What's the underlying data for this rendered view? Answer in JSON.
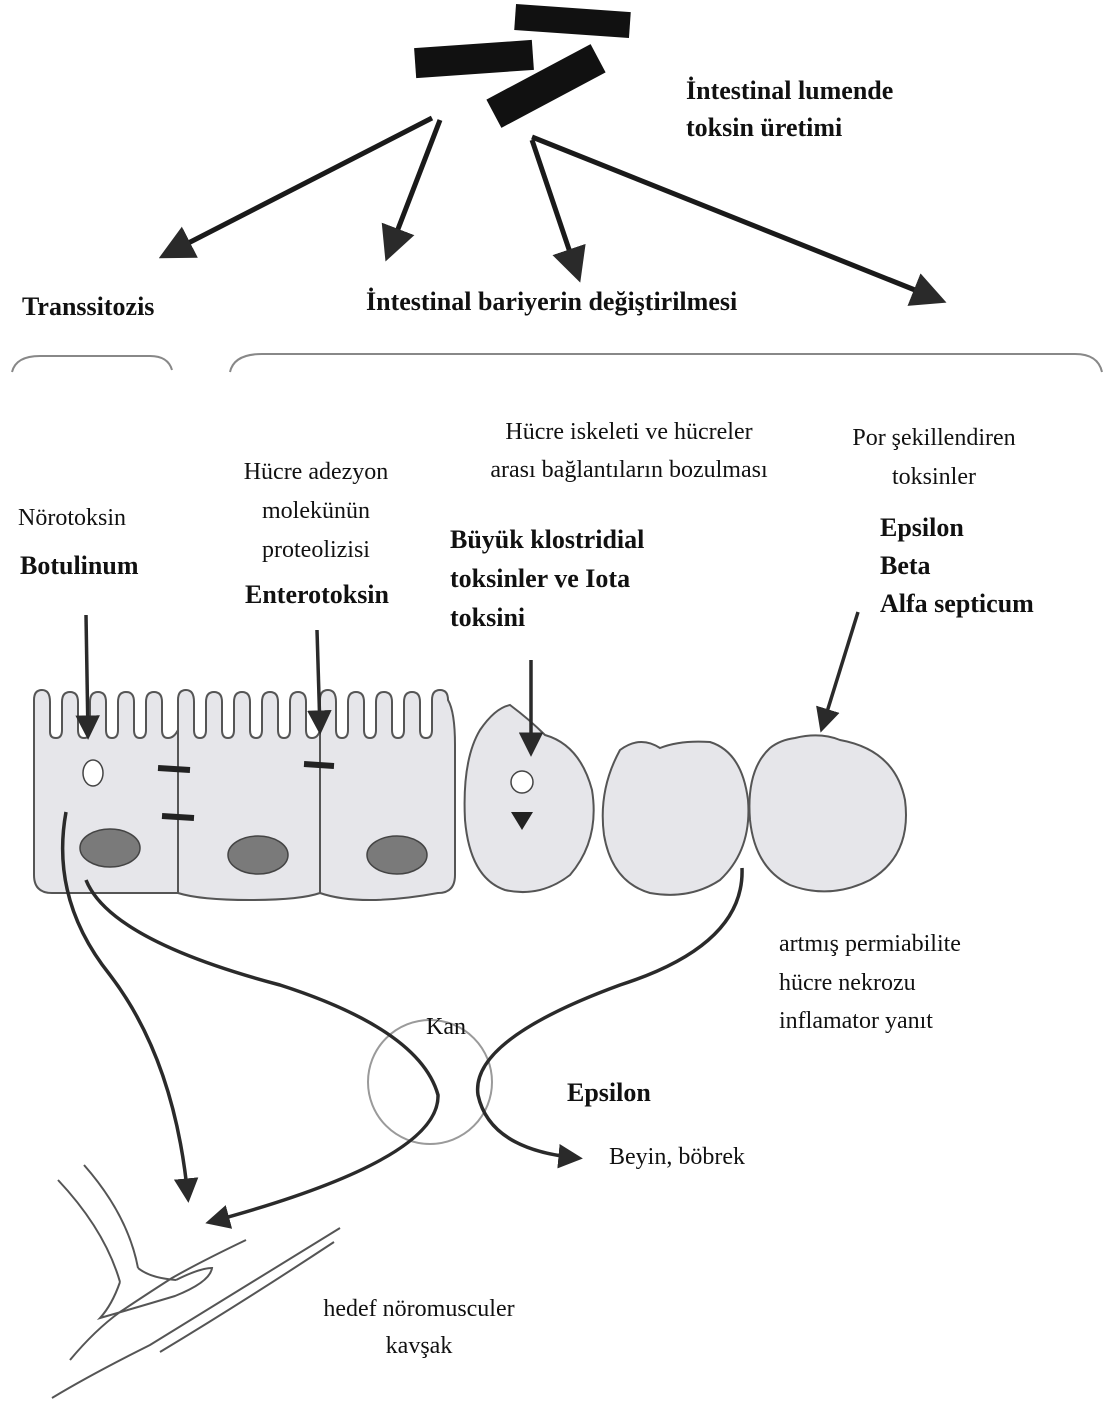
{
  "top": {
    "title_line1": "İntestinal lumende",
    "title_line2": "toksin üretimi"
  },
  "mechanisms": {
    "transcytosis": "Transsitozis",
    "barrier": "İntestinal bariyerin değiştirilmesi"
  },
  "toxins": {
    "neurotoxin_label": "Nörotoksin",
    "neurotoxin_name": "Botulinum",
    "adhesion_line1": "Hücre adezyon",
    "adhesion_line2": "molekünün",
    "adhesion_line3": "proteolizisi",
    "adhesion_name": "Enterotoksin",
    "cytoskeleton_line1": "Hücre iskeleti ve hücreler",
    "cytoskeleton_line2": "arası bağlantıların bozulması",
    "cytoskeleton_name_line1": "Büyük klostridial",
    "cytoskeleton_name_line2": "toksinler ve Iota",
    "cytoskeleton_name_line3": "toksini",
    "pore_line1": "Por şekillendiren",
    "pore_line2": "toksinler",
    "pore_names": [
      "Epsilon",
      "Beta",
      "Alfa septicum"
    ]
  },
  "effects": {
    "line1": "artmış permiabilite",
    "line2": "hücre nekrozu",
    "line3": "inflamator yanıt"
  },
  "blood": {
    "label": "Kan",
    "toxin": "Epsilon",
    "targets": "Beyin, böbrek"
  },
  "target": {
    "line1": "hedef nöromusculer",
    "line2": "kavşak"
  },
  "colors": {
    "ink": "#111111",
    "cell_fill": "#e6e6ea",
    "cell_stroke": "#555555",
    "nucleus": "#7a7a7a",
    "circle_stroke": "#9a9a9a",
    "bracket": "#888888"
  }
}
